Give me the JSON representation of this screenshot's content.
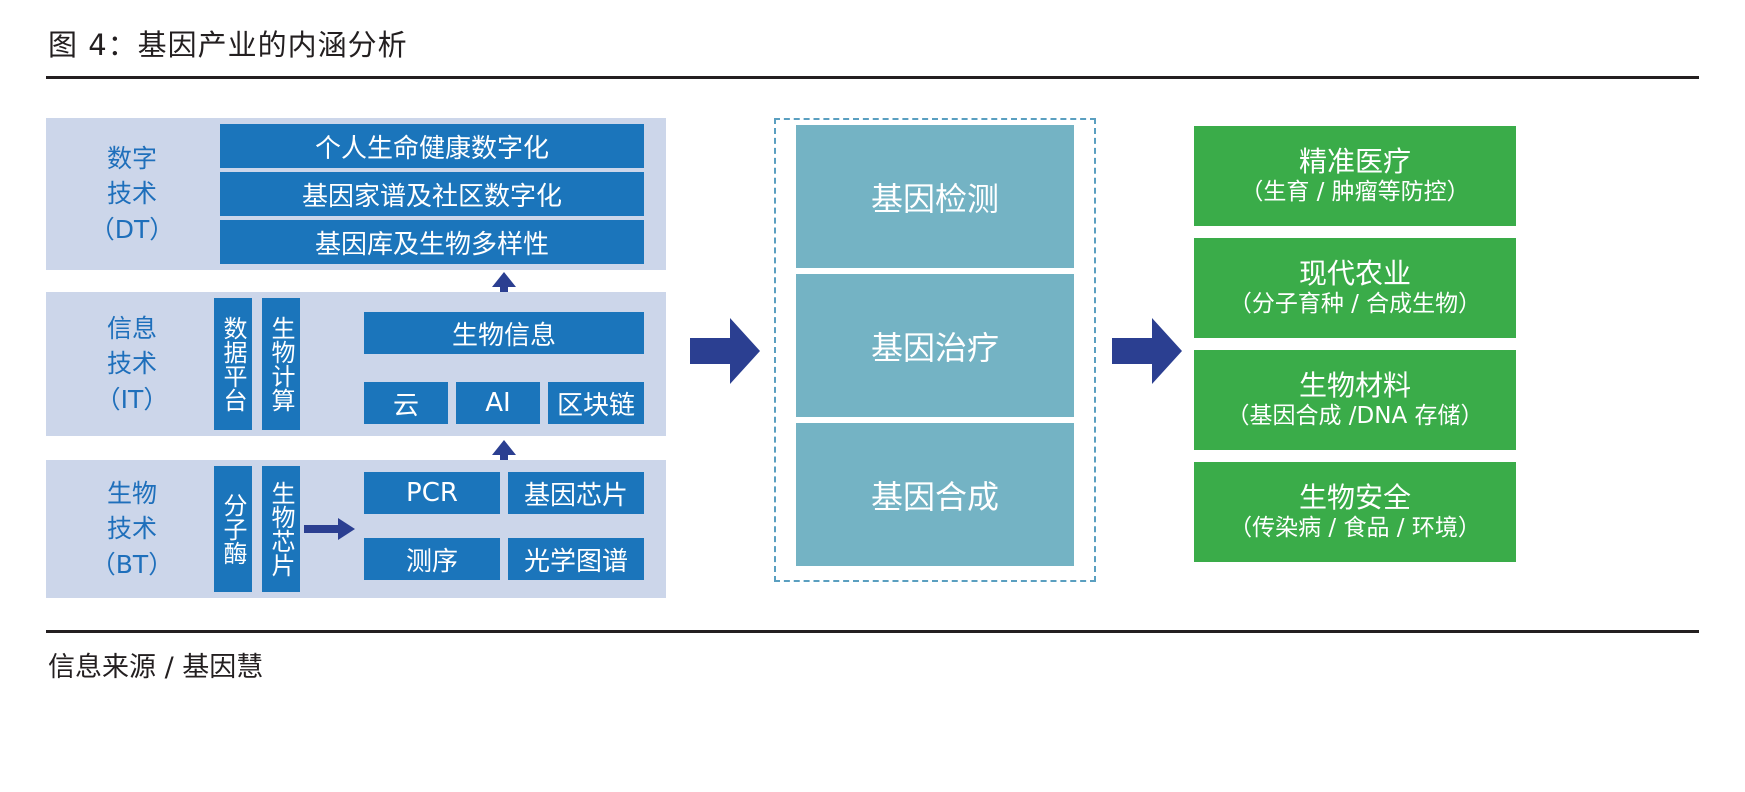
{
  "header": {
    "title": "图 4：基因产业的内涵分析"
  },
  "footer": {
    "source": "信息来源 / 基因慧"
  },
  "colors": {
    "band_bg": "#ccd6ea",
    "blue_box": "#1b75bb",
    "blue_text": "#1e6fbb",
    "teal_box": "#74b3c4",
    "dashed_border": "#5a9fc0",
    "green_box": "#3aac49",
    "arrow_navy": "#2b3f91",
    "rule": "#231f20"
  },
  "left_column": {
    "bands": [
      {
        "id": "dt",
        "label_lines": [
          "数字",
          "技术",
          "（DT）"
        ],
        "rows": [
          "个人生命健康数字化",
          "基因家谱及社区数字化",
          "基因库及生物多样性"
        ]
      },
      {
        "id": "it",
        "label_lines": [
          "信息",
          "技术",
          "（IT）"
        ],
        "vertical_boxes": [
          "数据平台",
          "生物计算"
        ],
        "wide_box": "生物信息",
        "small_boxes": [
          "云",
          "AI",
          "区块链"
        ]
      },
      {
        "id": "bt",
        "label_lines": [
          "生物",
          "技术",
          "（BT）"
        ],
        "vertical_boxes": [
          "分子酶",
          "生物芯片"
        ],
        "boxes": [
          "PCR",
          "基因芯片",
          "测序",
          "光学图谱"
        ]
      }
    ]
  },
  "middle_column": {
    "items": [
      "基因检测",
      "基因治疗",
      "基因合成"
    ]
  },
  "right_column": {
    "items": [
      {
        "main": "精准医疗",
        "sub": "（生育 / 肿瘤等防控）"
      },
      {
        "main": "现代农业",
        "sub": "（分子育种 / 合成生物）"
      },
      {
        "main": "生物材料",
        "sub": "（基因合成 /DNA 存储）"
      },
      {
        "main": "生物安全",
        "sub": "（传染病 / 食品 / 环境）"
      }
    ]
  },
  "arrows": {
    "bt_to_it_label": "up-arrow",
    "it_to_dt_label": "up-arrow",
    "bt_internal_label": "right-arrow",
    "left_to_middle_label": "right-arrow",
    "middle_to_right_label": "right-arrow"
  }
}
